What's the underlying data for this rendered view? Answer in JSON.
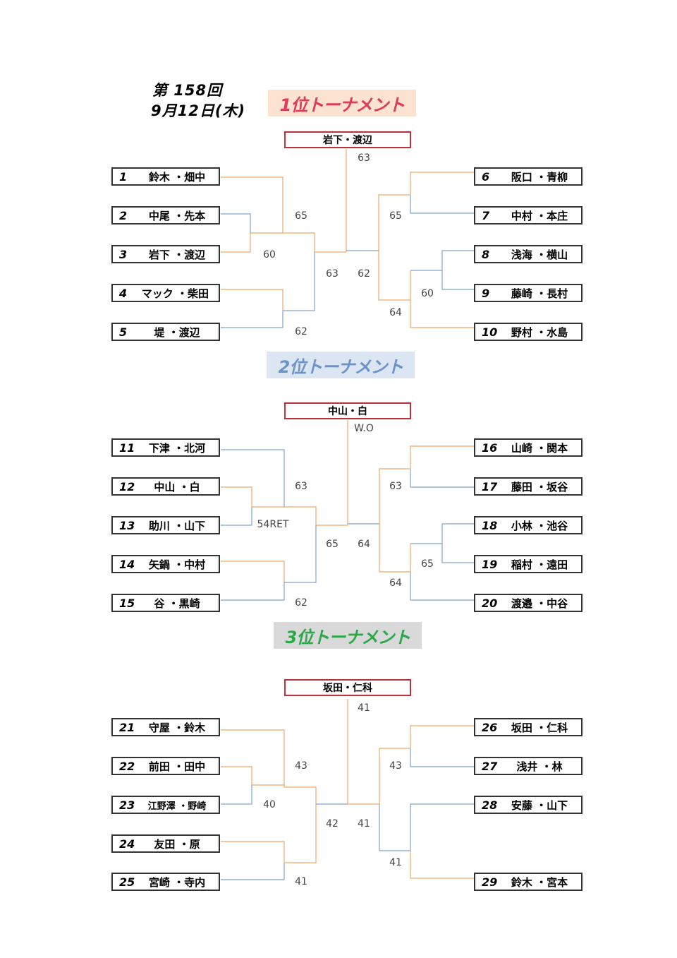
{
  "header": {
    "edition": "第 158回",
    "date": "9月12日(木)"
  },
  "tournaments": [
    {
      "banner": "1位トーナメント",
      "banner_bg": "#fbe3cf",
      "banner_fg": "#e03a5a",
      "winner": "岩下・渡辺",
      "left_entries": [
        {
          "num": "1",
          "name": "鈴木 ・畑中"
        },
        {
          "num": "2",
          "name": "中尾 ・先本"
        },
        {
          "num": "3",
          "name": "岩下 ・渡辺"
        },
        {
          "num": "4",
          "name": "マック ・柴田"
        },
        {
          "num": "5",
          "name": "堤  ・渡辺"
        }
      ],
      "right_entries": [
        {
          "num": "6",
          "name": "阪口 ・青柳"
        },
        {
          "num": "7",
          "name": "中村 ・本庄"
        },
        {
          "num": "8",
          "name": "浅海 ・横山"
        },
        {
          "num": "9",
          "name": "藤崎 ・長村"
        },
        {
          "num": "10",
          "name": "野村 ・水島"
        }
      ],
      "scores": {
        "final": "63",
        "l_pair": "60",
        "l_upper": "65",
        "l_lower": "62",
        "l_semi": "63",
        "r_semi": "62",
        "r_upper": "65",
        "r_pair": "60",
        "r_lower": "64"
      }
    },
    {
      "banner": "2位トーナメント",
      "banner_bg": "#dce6f2",
      "banner_fg": "#6f93c8",
      "winner": "中山・白",
      "left_entries": [
        {
          "num": "11",
          "name": "下津 ・北河"
        },
        {
          "num": "12",
          "name": "中山 ・白"
        },
        {
          "num": "13",
          "name": "助川 ・山下"
        },
        {
          "num": "14",
          "name": "矢鍋 ・中村"
        },
        {
          "num": "15",
          "name": "谷  ・黒崎"
        }
      ],
      "right_entries": [
        {
          "num": "16",
          "name": "山崎 ・関本"
        },
        {
          "num": "17",
          "name": "藤田 ・坂谷"
        },
        {
          "num": "18",
          "name": "小林 ・池谷"
        },
        {
          "num": "19",
          "name": "稲村 ・遠田"
        },
        {
          "num": "20",
          "name": "渡邉 ・中谷"
        }
      ],
      "scores": {
        "final": "W.O",
        "l_pair": "54RET",
        "l_upper": "63",
        "l_lower": "62",
        "l_semi": "65",
        "r_semi": "64",
        "r_upper": "63",
        "r_pair": "65",
        "r_lower": "64"
      }
    },
    {
      "banner": "3位トーナメント",
      "banner_bg": "#d9d9d9",
      "banner_fg": "#2aa84a",
      "winner": "坂田・仁科",
      "left_entries": [
        {
          "num": "21",
          "name": "守屋 ・鈴木"
        },
        {
          "num": "22",
          "name": "前田 ・田中"
        },
        {
          "num": "23",
          "name": "江野澤 ・野崎"
        },
        {
          "num": "24",
          "name": "友田 ・原"
        },
        {
          "num": "25",
          "name": "宮崎 ・寺内"
        }
      ],
      "right_entries": [
        {
          "num": "26",
          "name": "坂田 ・仁科"
        },
        {
          "num": "27",
          "name": "浅井 ・林"
        },
        {
          "num": "28",
          "name": "安藤 ・山下"
        },
        {
          "num": "29",
          "name": "鈴木 ・宮本"
        }
      ],
      "scores": {
        "final": "41",
        "l_pair": "40",
        "l_upper": "43",
        "l_lower": "41",
        "l_semi": "42",
        "r_semi": "41",
        "r_upper": "43",
        "r_lower": "41"
      }
    }
  ],
  "colors": {
    "winner_path": "#f0a868",
    "loser_path": "#7fa3cf"
  }
}
